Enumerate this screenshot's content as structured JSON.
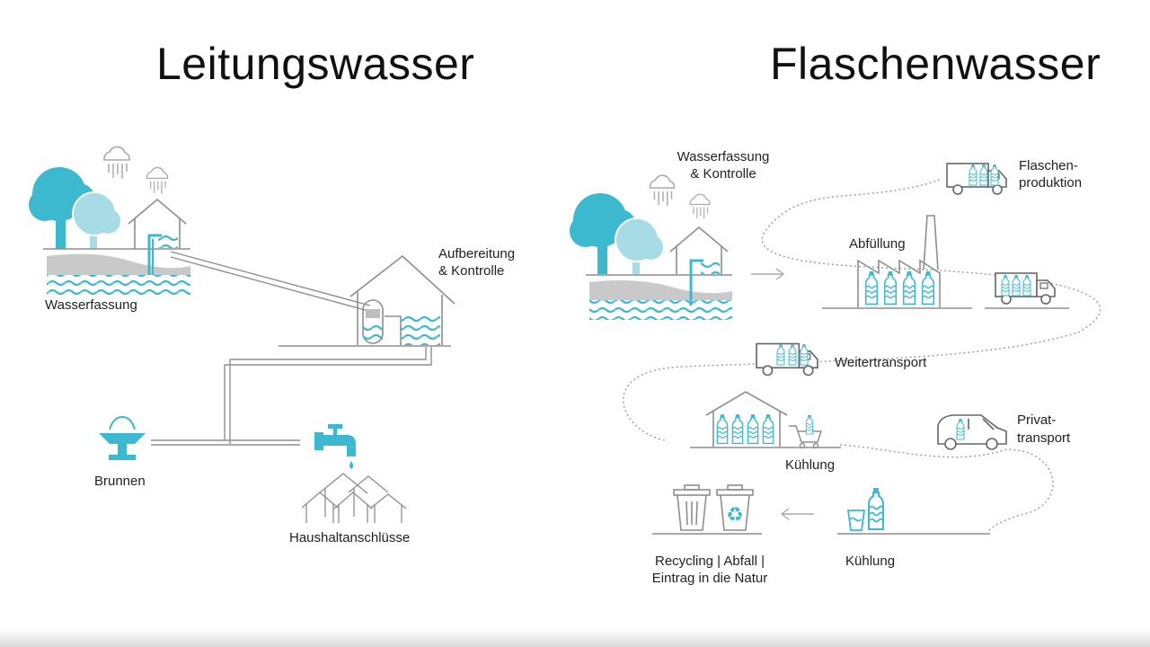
{
  "colors": {
    "accent": "#3cb8cf",
    "accent_light": "#a7dbe6",
    "line": "#8e8e8e",
    "ground": "#c9c9c9"
  },
  "left": {
    "title": "Leitungswasser",
    "labels": {
      "wasserfassung": "Wasserfassung",
      "aufbereitung_1": "Aufbereitung",
      "aufbereitung_2": "& Kontrolle",
      "brunnen": "Brunnen",
      "haushalt": "Haushaltanschlüsse"
    }
  },
  "right": {
    "title": "Flaschenwasser",
    "labels": {
      "wasserfassung_1": "Wasserfassung",
      "wasserfassung_2": "& Kontrolle",
      "flaschen_1": "Flaschen-",
      "flaschen_2": "produktion",
      "abfuellung": "Abfüllung",
      "weitertransport": "Weitertransport",
      "privat_1": "Privat-",
      "privat_2": "transport",
      "kuehlung_store": "Kühlung",
      "kuehlung_home": "Kühlung",
      "recycling_1": "Recycling | Abfall |",
      "recycling_2": "Eintrag in die Natur"
    }
  },
  "icons": [
    "tree-icon",
    "rain-cloud-icon",
    "pump-house-icon",
    "treatment-house-icon",
    "fountain-icon",
    "faucet-icon",
    "houses-icon",
    "truck-icon",
    "factory-icon",
    "bottle-icon",
    "store-icon",
    "shopping-cart-icon",
    "car-icon",
    "trash-bin-icon",
    "recycling-bin-icon",
    "glass-icon",
    "arrow-icon"
  ]
}
